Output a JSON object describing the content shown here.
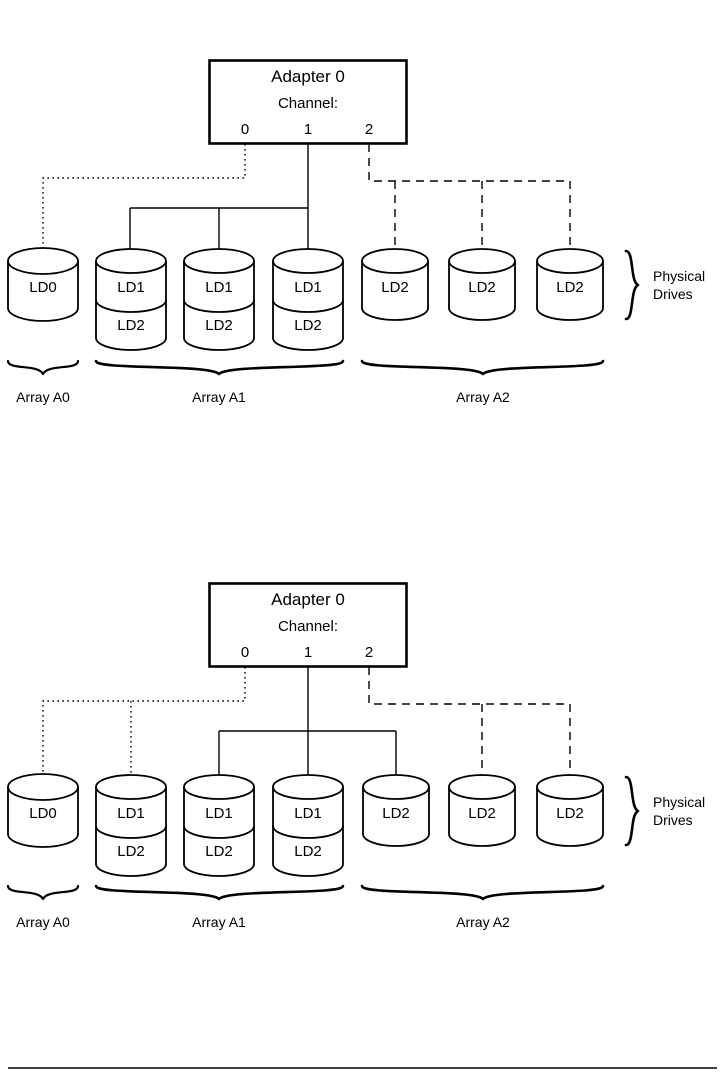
{
  "figures": [
    {
      "id": "figure-top",
      "adapter": {
        "title": "Adapter 0",
        "subtitle": "Channel:",
        "channels": [
          "0",
          "1",
          "2"
        ]
      },
      "drives": [
        {
          "labels": [
            "LD0"
          ],
          "channel": "0"
        },
        {
          "labels": [
            "LD1",
            "LD2"
          ],
          "channel": "1"
        },
        {
          "labels": [
            "LD1",
            "LD2"
          ],
          "channel": "1"
        },
        {
          "labels": [
            "LD1",
            "LD2"
          ],
          "channel": "1"
        },
        {
          "labels": [
            "LD2"
          ],
          "channel": "2"
        },
        {
          "labels": [
            "LD2"
          ],
          "channel": "2"
        },
        {
          "labels": [
            "LD2"
          ],
          "channel": "2"
        }
      ],
      "arrays": [
        {
          "label": "Array A0",
          "drives": 1
        },
        {
          "label": "Array A1",
          "drives": 3
        },
        {
          "label": "Array A2",
          "drives": 3
        }
      ],
      "side_label_line1": "Physical",
      "side_label_line2": "Drives"
    },
    {
      "id": "figure-bottom",
      "adapter": {
        "title": "Adapter 0",
        "subtitle": "Channel:",
        "channels": [
          "0",
          "1",
          "2"
        ]
      },
      "drives": [
        {
          "labels": [
            "LD0"
          ],
          "channel": "0"
        },
        {
          "labels": [
            "LD1",
            "LD2"
          ],
          "channel": "0"
        },
        {
          "labels": [
            "LD1",
            "LD2"
          ],
          "channel": "1"
        },
        {
          "labels": [
            "LD1",
            "LD2"
          ],
          "channel": "1"
        },
        {
          "labels": [
            "LD2"
          ],
          "channel": "1"
        },
        {
          "labels": [
            "LD2"
          ],
          "channel": "2"
        },
        {
          "labels": [
            "LD2"
          ],
          "channel": "2"
        }
      ],
      "arrays": [
        {
          "label": "Array A0",
          "drives": 1
        },
        {
          "label": "Array A1",
          "drives": 3
        },
        {
          "label": "Array A2",
          "drives": 3
        }
      ],
      "side_label_line1": "Physical",
      "side_label_line2": "Drives"
    }
  ],
  "colors": {
    "ink": "#000000",
    "paper": "#ffffff"
  }
}
